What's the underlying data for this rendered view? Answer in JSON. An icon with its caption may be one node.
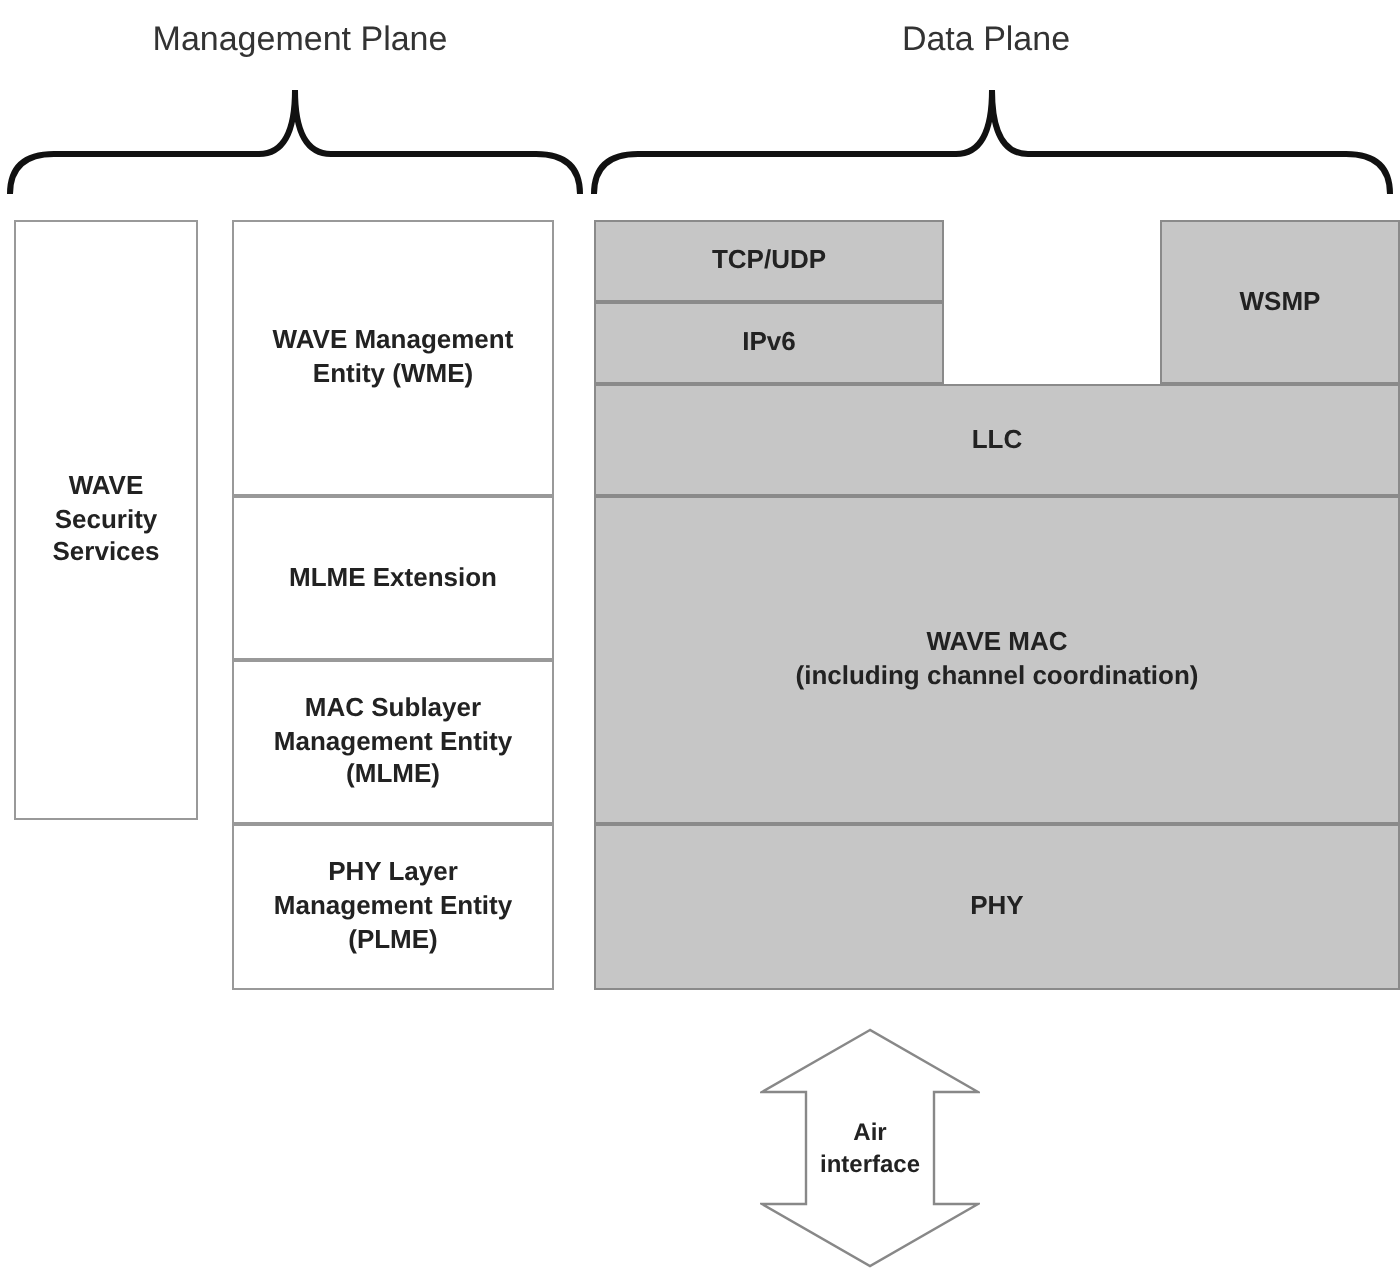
{
  "diagram": {
    "nodes": [
      {
        "text": [
          "WAVE Security Services"
        ]
      },
      {
        "text": [
          "WAVE Management Entity (WME)"
        ]
      },
      {
        "text": [
          "MLME Extension"
        ]
      },
      {
        "text": [
          "MAC Sublayer Management Entity (MLME)"
        ]
      },
      {
        "text": [
          "PHY Layer Management Entity (PLME)"
        ]
      },
      {
        "text": [
          "TCP/UDP"
        ]
      },
      {
        "text": [
          "IPv6"
        ]
      },
      {
        "text": [
          "WSMP"
        ]
      },
      {
        "text": [
          "LLC"
        ]
      },
      {
        "text": [
          "WAVE MAC",
          "(including channel coordination)"
        ]
      },
      {
        "text": [
          "PHY"
        ]
      },
      {
        "text": [
          "Air interface"
        ]
      }
    ],
    "labels": [
      "Management Plane",
      "Data Plane"
    ]
  }
}
